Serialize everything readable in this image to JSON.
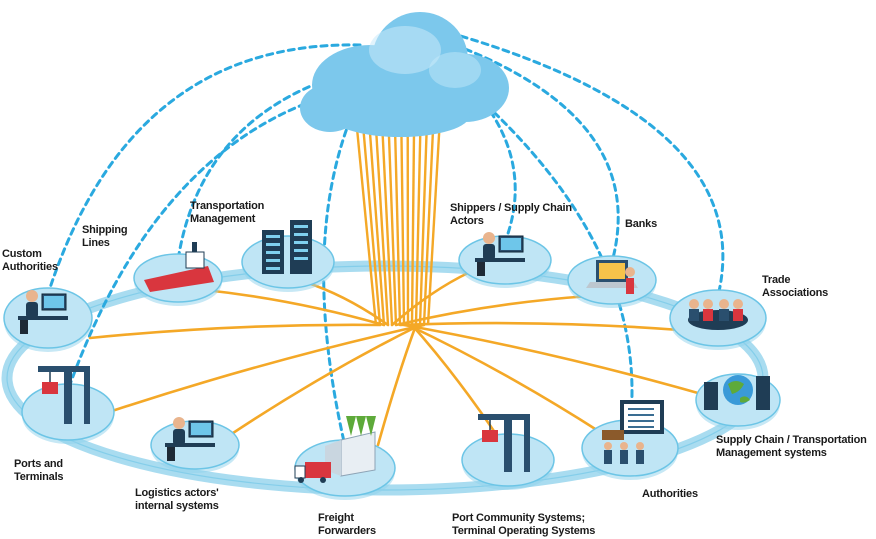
{
  "colors": {
    "ring": "#a9dcf0",
    "ring_border": "#6cc5e6",
    "platform": "#bfe5f5",
    "cloud": "#7cc8ec",
    "cloud_light": "#c9eafa",
    "dashed": "#2aa9df",
    "fiber": "#f4a827",
    "dark": "#1f3d55",
    "accent_red": "#d9363e",
    "accent_green": "#5eaa3a"
  },
  "nodes": [
    {
      "id": "custom-authorities",
      "label": "Custom\nAuthorities",
      "icon": "desk-worker-icon"
    },
    {
      "id": "shipping-lines",
      "label": "Shipping\nLines",
      "icon": "ship-icon"
    },
    {
      "id": "transportation-management",
      "label": "Transportation\nManagement",
      "icon": "server-icon"
    },
    {
      "id": "shippers",
      "label": "Shippers / Supply Chain\nActors",
      "icon": "desk-worker-icon"
    },
    {
      "id": "banks",
      "label": "Banks",
      "icon": "laptop-icon"
    },
    {
      "id": "trade-associations",
      "label": "Trade\nAssociations",
      "icon": "meeting-table-icon"
    },
    {
      "id": "supply-chain-systems",
      "label": "Supply Chain / Transportation\nManagement systems",
      "icon": "globe-servers-icon"
    },
    {
      "id": "authorities",
      "label": "Authorities",
      "icon": "monitor-people-icon"
    },
    {
      "id": "port-community-systems",
      "label": "Port Community Systems;\nTerminal Operating Systems",
      "icon": "crane-icon"
    },
    {
      "id": "freight-forwarders",
      "label": "Freight\nForwarders",
      "icon": "warehouse-truck-icon"
    },
    {
      "id": "logistics-actors",
      "label": "Logistics actors'\ninternal systems",
      "icon": "desk-worker-icon"
    },
    {
      "id": "ports-terminals",
      "label": "Ports and\nTerminals",
      "icon": "crane-icon"
    }
  ]
}
